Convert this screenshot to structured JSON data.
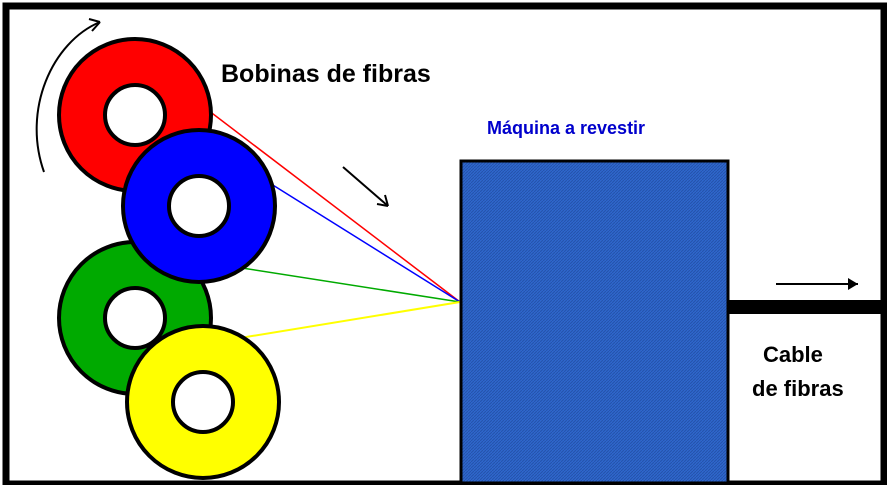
{
  "labels": {
    "spools": "Bobinas de fibras",
    "machine": "Máquina a revestir",
    "cable_line1": "Cable",
    "cable_line2": "de fibras"
  },
  "colors": {
    "frame": "#000000",
    "background": "#ffffff",
    "spool_red": "#ff0000",
    "spool_blue": "#0000ff",
    "spool_green": "#00aa00",
    "spool_yellow": "#ffff00",
    "machine_fill": "#2b60c4",
    "machine_label": "#0000cc",
    "text": "#000000"
  },
  "icons": {
    "rotation_arrow": "curved-arrow-icon",
    "feed_arrow": "diagonal-arrow-icon",
    "output_arrow": "right-arrow-icon"
  }
}
